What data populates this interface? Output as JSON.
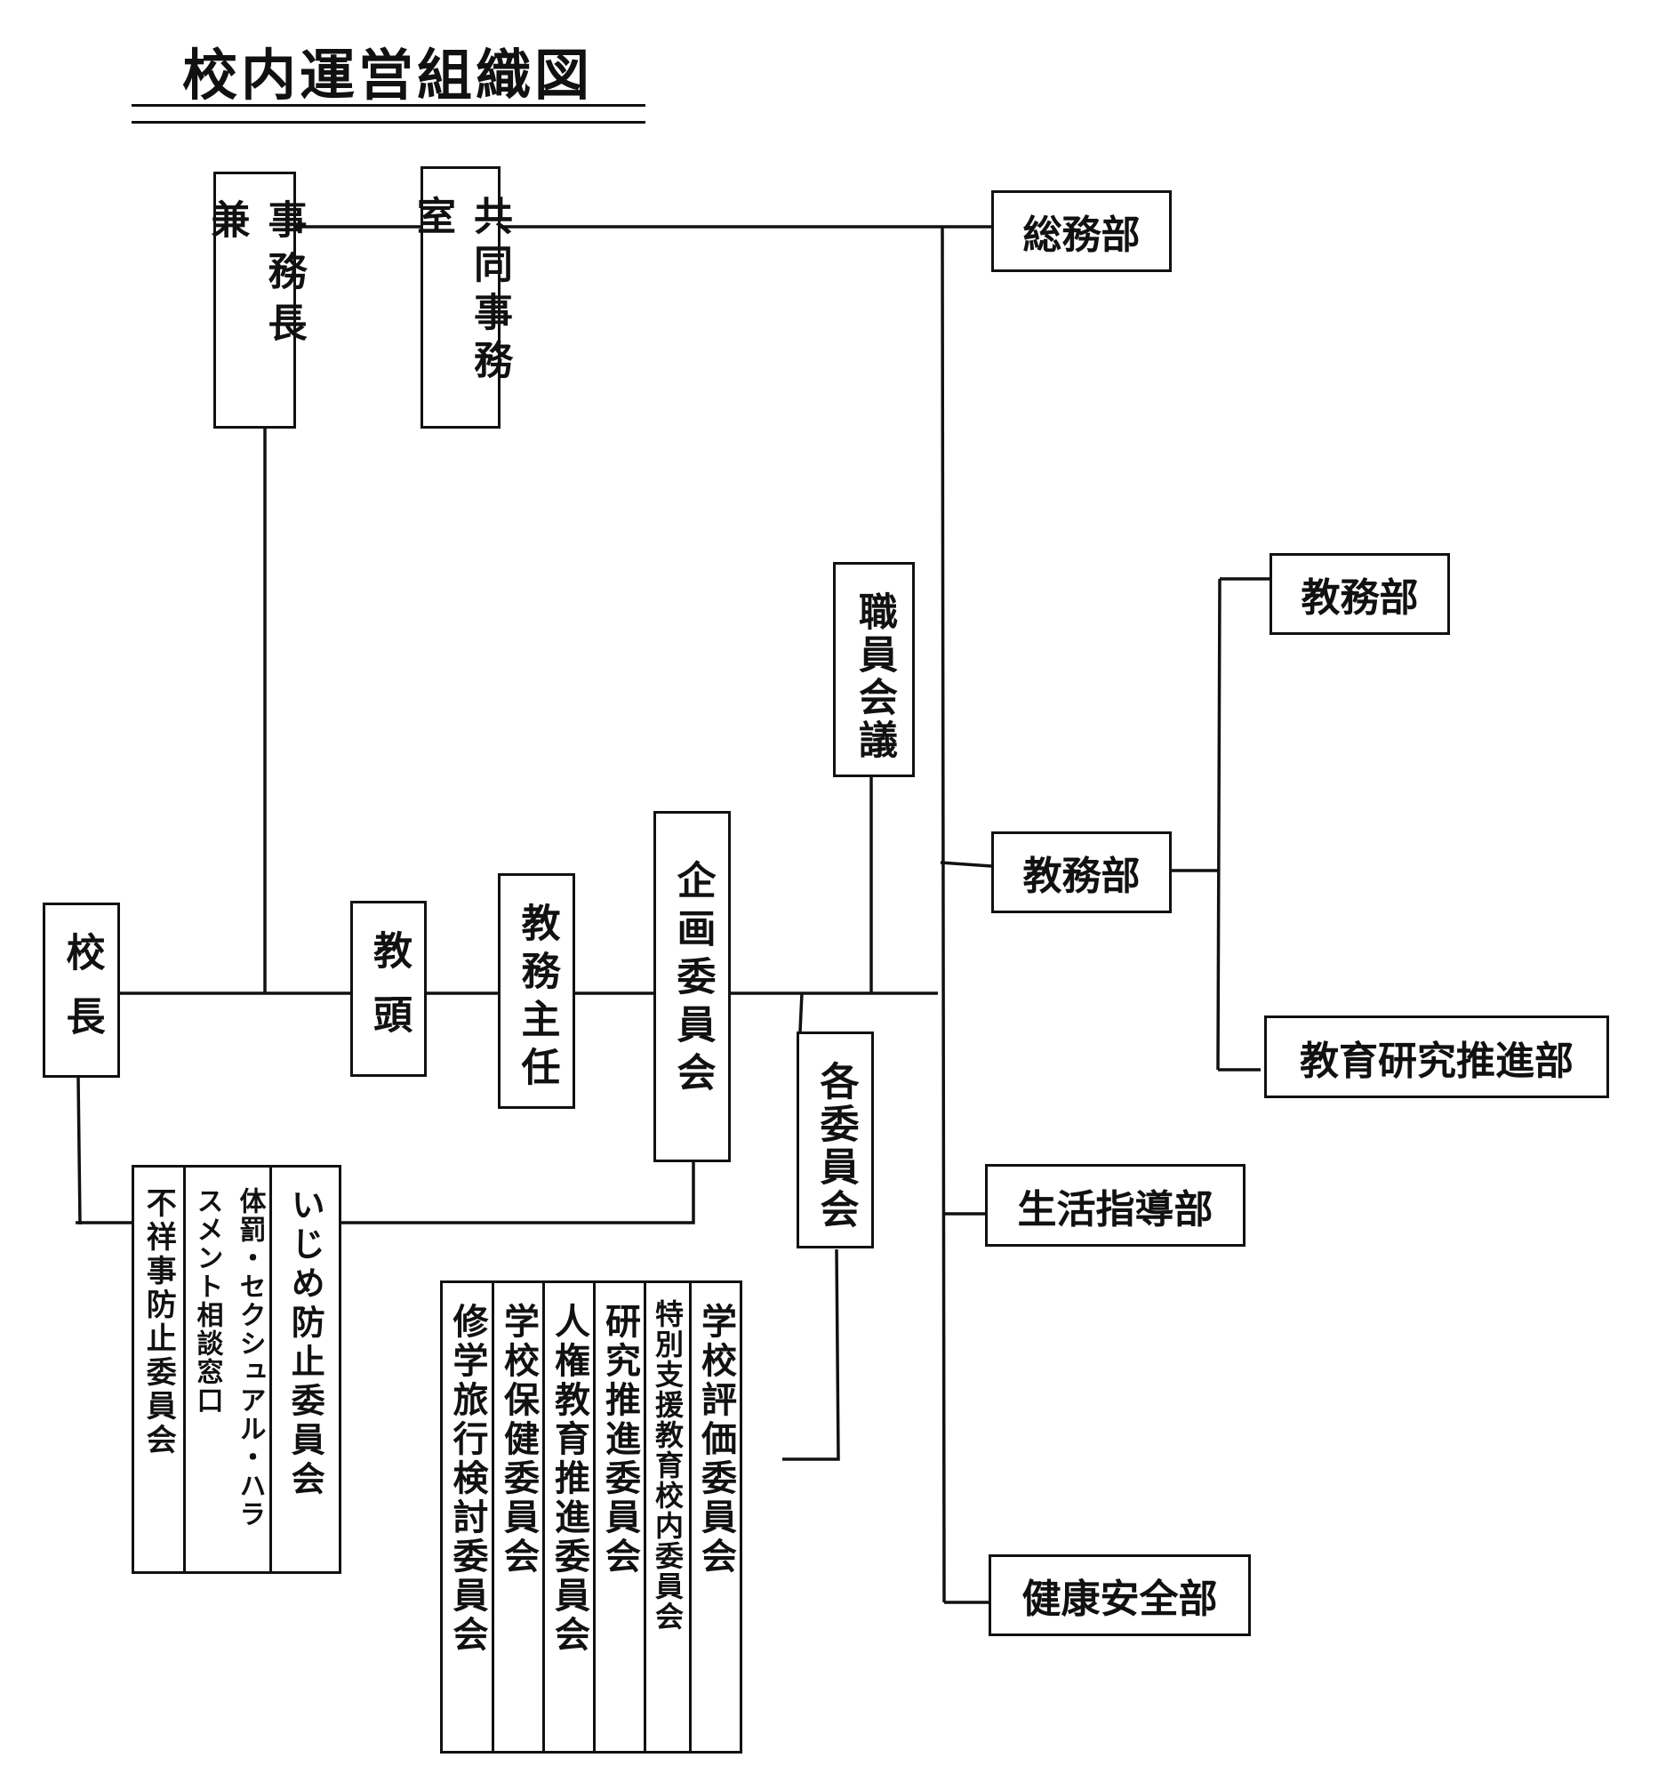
{
  "title": "校内運営組織図",
  "nodes": {
    "principal": "校長",
    "vice_principal": "教頭",
    "academic_chief": "教務主任",
    "planning_committee": "企画委員会",
    "staff_meeting": "職員会議",
    "each_committee": "各委員会",
    "office_head": "事務長 兼",
    "joint_office": "共同事務室"
  },
  "departments": {
    "general_affairs": "総務部",
    "academic_affairs": "教務部",
    "academic_affairs_sub": "教務部",
    "education_research": "教育研究推進部",
    "student_guidance": "生活指導部",
    "health_safety": "健康安全部"
  },
  "principal_committees": [
    "いじめ防止委員会",
    "体罰・セクシュアル・ハラスメント相談窓口",
    "不祥事防止委員会"
  ],
  "school_committees": [
    "学校評価委員会",
    "特別支援教育校内委員会",
    "研究推進委員会",
    "人権教育推進委員会",
    "学校保健委員会",
    "修学旅行検討委員会"
  ]
}
